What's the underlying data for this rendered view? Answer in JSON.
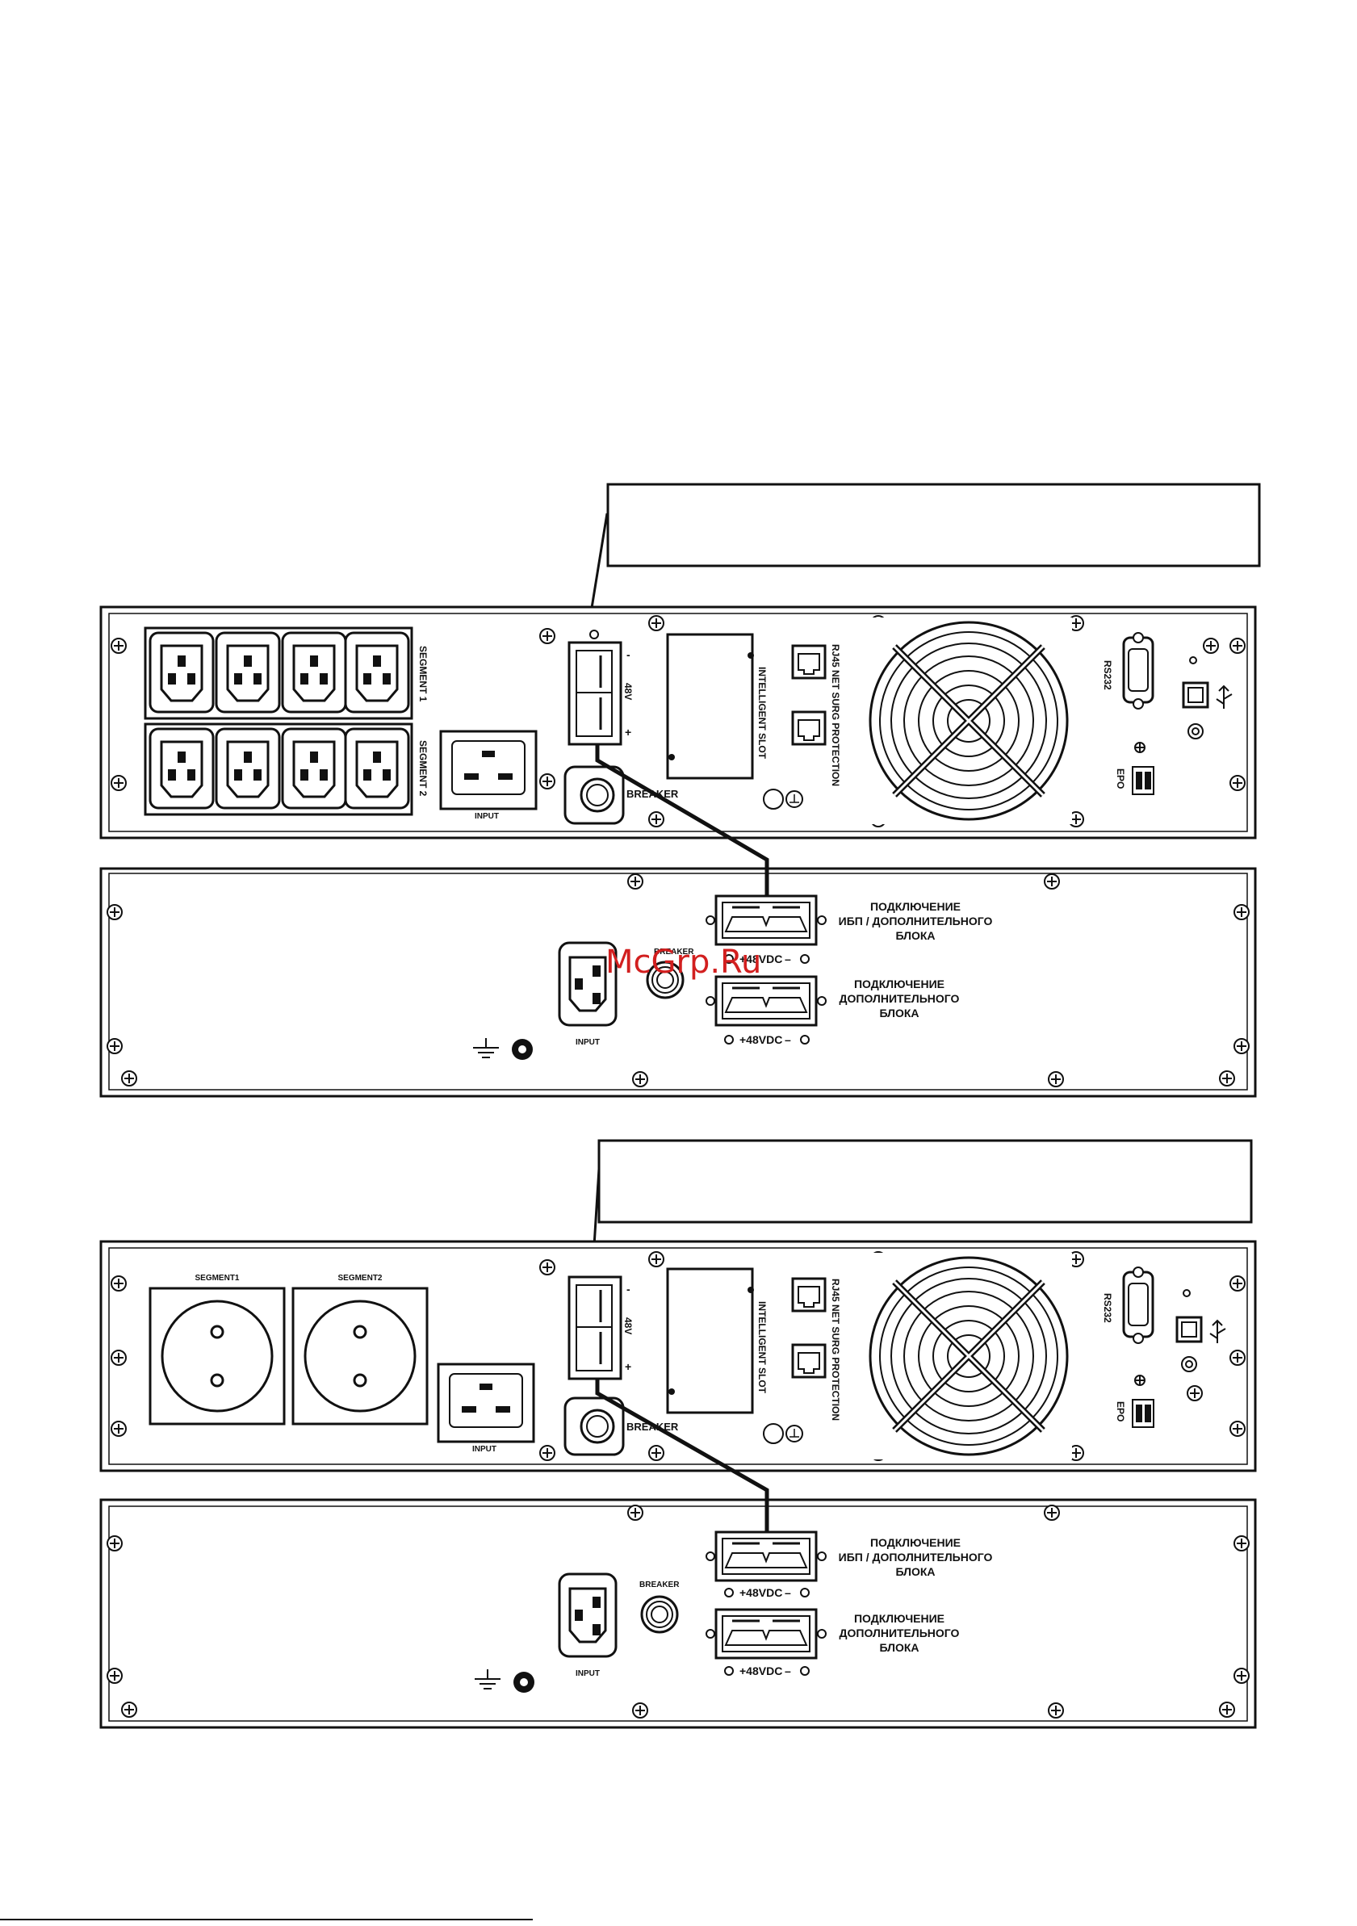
{
  "watermark": "McGrp.Ru",
  "colors": {
    "line": "#111111",
    "panel": "#ffffff",
    "watermark": "#d21f1f"
  },
  "ups_iec": {
    "segment1": "SEGMENT 1",
    "segment2": "SEGMENT 2",
    "input": "INPUT",
    "breaker": "BREAKER",
    "voltage": "48V",
    "minus": "-",
    "plus": "+",
    "intelligent_slot": "INTELLIGENT SLOT",
    "rj45": "RJ45 NET SURG PROTECTION",
    "rs232": "RS232",
    "epo": "EPO"
  },
  "ups_schuko": {
    "segment1": "SEGMENT1",
    "segment2": "SEGMENT2",
    "input": "INPUT",
    "breaker": "BREAKER",
    "voltage": "48V",
    "minus": "-",
    "plus": "+",
    "intelligent_slot": "INTELLIGENT SLOT",
    "rj45": "RJ45 NET SURG PROTECTION",
    "rs232": "RS232",
    "epo": "EPO"
  },
  "battery_pack": {
    "breaker": "BREAKER",
    "input": "INPUT",
    "conn1_lines": [
      "ПОДКЛЮЧЕНИЕ",
      "ИБП / ДОПОЛНИТЕЛЬНОГО",
      "БЛОКА"
    ],
    "conn2_lines": [
      "ПОДКЛЮЧЕНИЕ",
      "ДОПОЛНИТЕЛЬНОГО",
      "БЛОКА"
    ],
    "dc_label": "+48VDC",
    "dc_minus": "–"
  }
}
